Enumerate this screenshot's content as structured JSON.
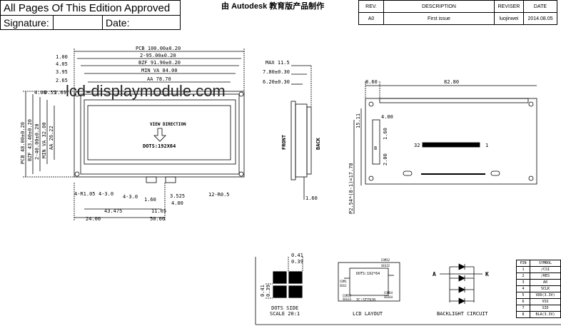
{
  "header": {
    "approval_text": "All Pages Of This Edition Approved",
    "signature_label": "Signature:",
    "date_label": "Date:",
    "title_prefix": "由",
    "title_brand": "Autodesk",
    "title_suffix": "教育版产品制作"
  },
  "revision_table": {
    "columns": [
      "REV.",
      "DESCRIPTION",
      "REVISER",
      "DATE"
    ],
    "rows": [
      [
        "A0",
        "First issue",
        "luojinwei",
        "2014.08.05"
      ]
    ]
  },
  "watermark": "lcd-displaymodule.com",
  "front_view": {
    "dims_top": [
      "PCB 100.00±0.20",
      "2-95.00±0.20",
      "BZF 91.90±0.20",
      "MIN VA 84.00",
      "AA 78.70"
    ],
    "dims_top_left": [
      "1.00",
      "4.05",
      "3.95",
      "2.65"
    ],
    "dims_left_small": [
      "4.00",
      "0.55",
      "2.69"
    ],
    "dims_left_vertical": [
      "PCB 48.00±0.20",
      "BZF 43.40±0.20",
      "2-40.00±0.20",
      "MIN VA 32.00",
      "AA 26.22"
    ],
    "view_direction": "VIEW DIRECTION",
    "dots_label": "DOTS:192X64",
    "dims_bottom": [
      "4-R1.05",
      "4-3.0",
      "4-3.0",
      "1.60",
      "3.525",
      "4.00",
      "12-R0.5",
      "43.475",
      "11.05",
      "24.00",
      "50.00"
    ]
  },
  "side_view": {
    "dims": [
      "MAX 11.5",
      "7.80±0.30",
      "6.20±0.30",
      "1.60"
    ],
    "front_label": "FRONT",
    "back_label": "BACK"
  },
  "back_view": {
    "dims": [
      "8.60",
      "82.80",
      "15.11",
      "4.00",
      "1.60",
      "2.00",
      "P2.54*(8-1)=17.78"
    ],
    "pin_32": "32",
    "pin_1": "1",
    "pin_8": "8"
  },
  "dots_detail": {
    "dims": [
      "0.41",
      "0.39",
      "0.41",
      "0.39"
    ],
    "caption_line1": "DOTS SIDE",
    "caption_line2": "SCALE 20:1"
  },
  "lcd_layout": {
    "caption": "LCD LAYOUT",
    "dots_text": "DOTS:192*64",
    "ic_text": "IC:ST7920",
    "labels": [
      "COM32",
      "SEG32",
      "COM1",
      "SEG1",
      "COM33",
      "SEG33",
      "COM64",
      "SEG64"
    ]
  },
  "backlight": {
    "caption": "BACKLIGHT CIRCUIT",
    "anode": "A",
    "cathode": "K"
  },
  "pin_table": {
    "columns": [
      "PIN",
      "SYMBOL"
    ],
    "rows": [
      [
        "1",
        "/CSI"
      ],
      [
        "2",
        "/RES"
      ],
      [
        "3",
        "A0"
      ],
      [
        "4",
        "SCLK"
      ],
      [
        "5",
        "VDD(3.3V)"
      ],
      [
        "6",
        "VSS"
      ],
      [
        "7",
        "SID"
      ],
      [
        "8",
        "BLA(3.3V)"
      ]
    ]
  }
}
